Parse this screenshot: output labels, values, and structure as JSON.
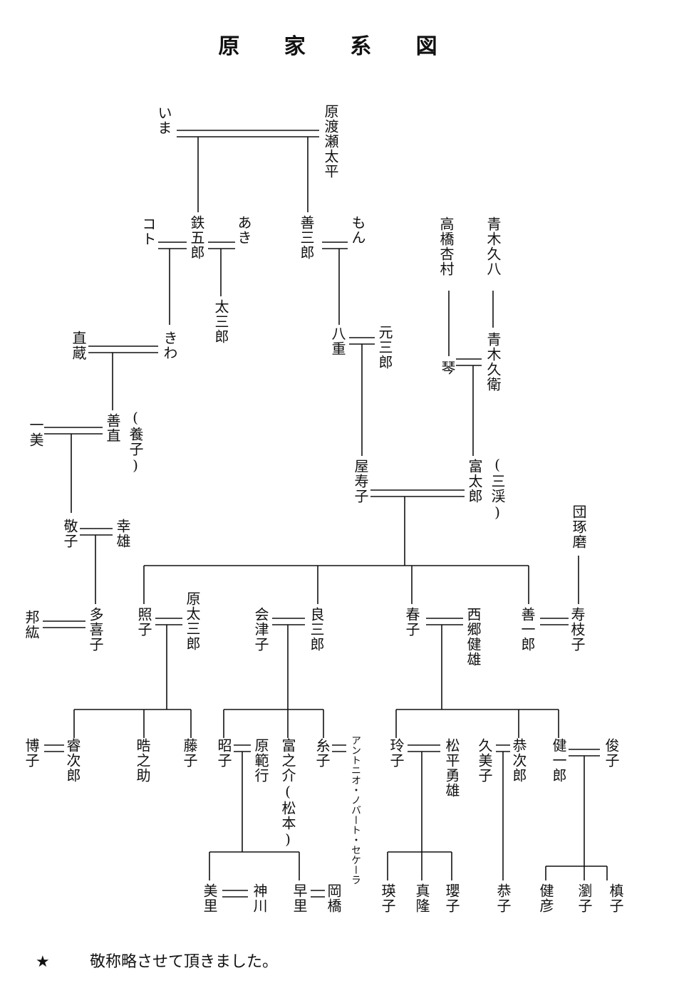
{
  "title": "原 家 系 図",
  "names": {
    "ima": "いま",
    "taihei": "原渡瀬太平",
    "koto": "コト",
    "tetsugoro": "鉄五郎",
    "aki": "あき",
    "zensaburo": "善三郎",
    "mon": "もん",
    "takahashi_anmura": "高橋杏村",
    "aoki_kyuhachi": "青木久八",
    "tasaburo": "太三郎",
    "naozo": "直蔵",
    "kiwa": "きわ",
    "yae": "八重",
    "motosaburo": "元三郎",
    "koto2": "琴",
    "aoki_kyuei": "青木久衛",
    "kazumi": "一美",
    "zenchoku": "善直",
    "yoshi": "(養子)",
    "yazuko": "屋寿子",
    "tomitaro": "富太郎",
    "sankei": "(三渓)",
    "dan_takuma": "団琢磨",
    "keiko": "敬子",
    "yukio": "幸雄",
    "kunihiro": "邦紘",
    "takiko": "多喜子",
    "teruko": "照子",
    "hara_tasaburo": "原太三郎",
    "aizuko": "会津子",
    "ryozaburo": "良三郎",
    "haruko": "春子",
    "saigo_kenyu": "西郷健雄",
    "zenichiro": "善一郎",
    "sueko": "寿枝子",
    "hiroko": "博子",
    "eijiro": "睿次郎",
    "konosuke": "晧之助",
    "fujiko": "藤子",
    "akiko": "昭子",
    "hara_noriyuki": "原範行",
    "tominosuke": "富之介(松本)",
    "itoko": "糸子",
    "antonio": "アントニオ・ノバート・セケーラ",
    "reiko": "玲子",
    "matsudaira_isao": "松平勇雄",
    "kumiko": "久美子",
    "kyojiro": "恭次郎",
    "kenichiro": "健一郎",
    "toshiko": "俊子",
    "misato": "美里",
    "kamikawa": "神川",
    "sari": "早里",
    "okahashi": "岡橋",
    "eiko": "瑛子",
    "masataka": "真隆",
    "youko": "瓔子",
    "kyoko": "恭子",
    "takehiko": "健彦",
    "ryuko": "瀏子",
    "maki": "槙子"
  },
  "note": {
    "mark": "★",
    "text": "敬称略させて頂きました。"
  },
  "colors": {
    "ink": "#111111",
    "paper": "#ffffff"
  }
}
